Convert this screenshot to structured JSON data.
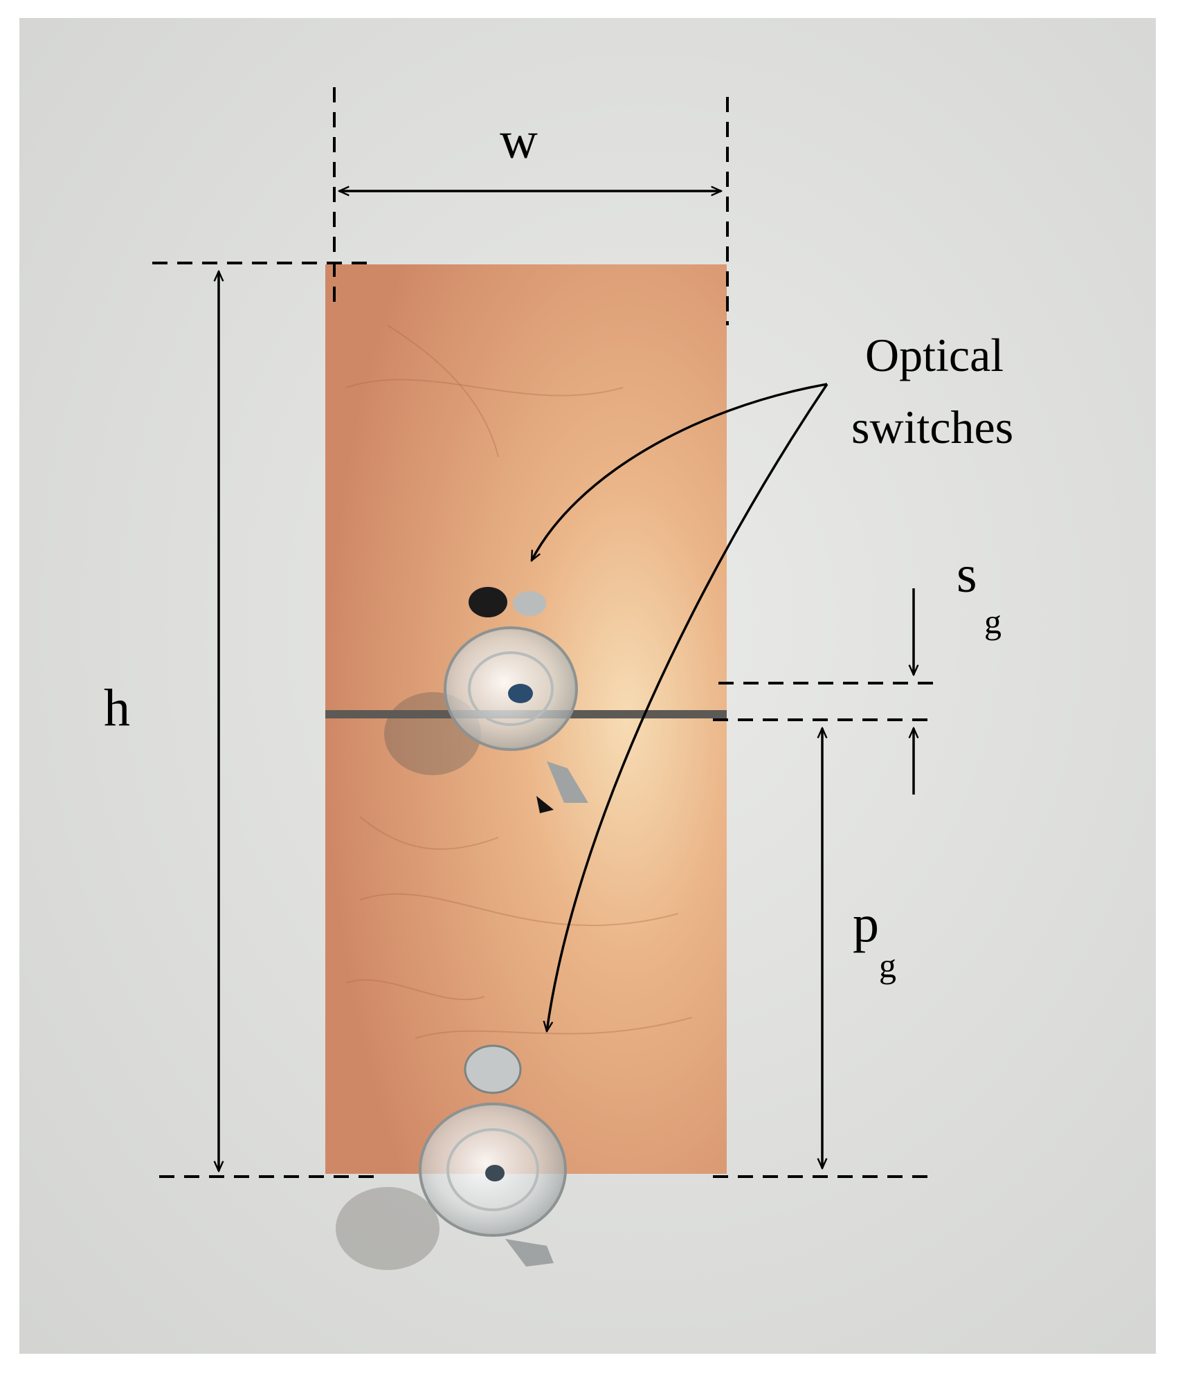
{
  "annotations": {
    "width_label": "w",
    "height_label": "h",
    "gap_label": "s",
    "gap_subscript": "g",
    "position_label": "p",
    "position_subscript": "g",
    "callout_line1": "Optical",
    "callout_line2": "switches"
  },
  "colors": {
    "background": "#dfe0de",
    "copper": "#d7906a",
    "copper_highlight": "#f4cfa4",
    "slot": "#5d5a56",
    "annotation": "#000000"
  }
}
